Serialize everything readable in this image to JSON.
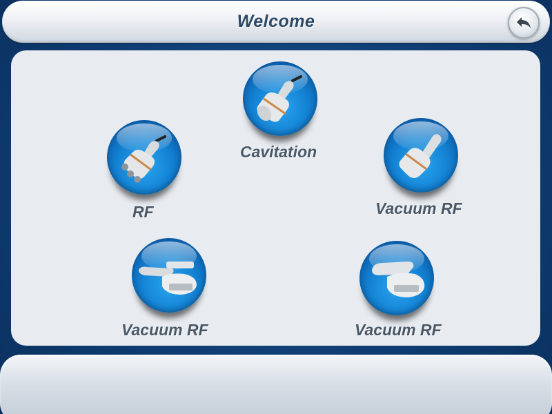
{
  "header": {
    "title": "Welcome",
    "back_icon": "back-arrow-icon"
  },
  "menu": {
    "items": [
      {
        "label": "Cavitation",
        "icon": "cavitation-handpiece-icon"
      },
      {
        "label": "RF",
        "icon": "rf-handpiece-icon"
      },
      {
        "label": "Vacuum RF",
        "icon": "vacuum-rf-handpiece-icon"
      },
      {
        "label": "Vacuum RF",
        "icon": "vacuum-rf-body-handpiece-icon"
      },
      {
        "label": "Vacuum RF",
        "icon": "vacuum-rf-curved-handpiece-icon"
      }
    ]
  },
  "colors": {
    "background": "#0f3d73",
    "orb_blue": "#1483d5",
    "title_text": "#2e4966",
    "label_text": "#4a5866"
  }
}
